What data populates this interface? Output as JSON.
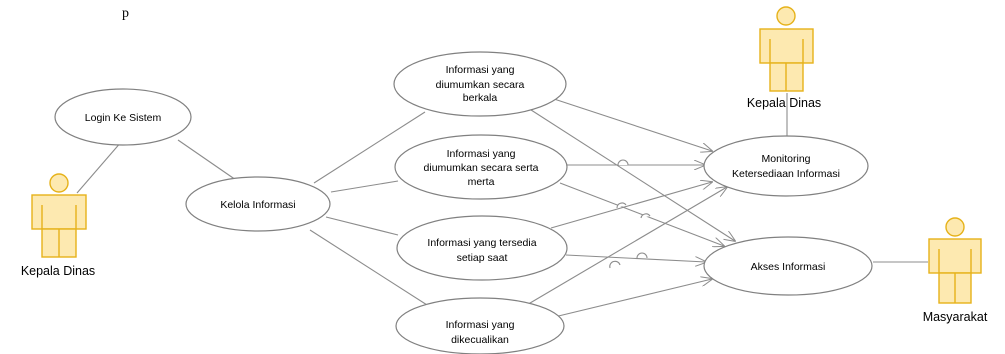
{
  "caption": "p",
  "colors": {
    "actor_fill": "#fde9b0",
    "actor_stroke": "#e6b21a",
    "line": "#8c8c8c",
    "ellipse_stroke": "#808080"
  },
  "actors": [
    {
      "id": "kadis-left",
      "label": "Kepala Dinas"
    },
    {
      "id": "kadis-top",
      "label": "Kepala Dinas"
    },
    {
      "id": "masyarakat",
      "label": "Masyarakat"
    }
  ],
  "use_cases": [
    {
      "id": "login",
      "lines": [
        "Login Ke Sistem"
      ]
    },
    {
      "id": "kelola",
      "lines": [
        "Kelola Informasi"
      ]
    },
    {
      "id": "berkala",
      "lines": [
        "Informasi yang",
        "diumumkan secara",
        "berkala"
      ]
    },
    {
      "id": "sertamerta",
      "lines": [
        "Informasi yang",
        "diumumkan secara serta",
        "merta"
      ]
    },
    {
      "id": "setiapsaat",
      "lines": [
        "Informasi yang tersedia",
        "setiap saat"
      ]
    },
    {
      "id": "dikecualikan",
      "lines": [
        "Informasi yang",
        "dikecualikan"
      ]
    },
    {
      "id": "monitoring",
      "lines": [
        "Monitoring",
        "Ketersediaan Informasi"
      ]
    },
    {
      "id": "akses",
      "lines": [
        "Akses Informasi"
      ]
    }
  ]
}
